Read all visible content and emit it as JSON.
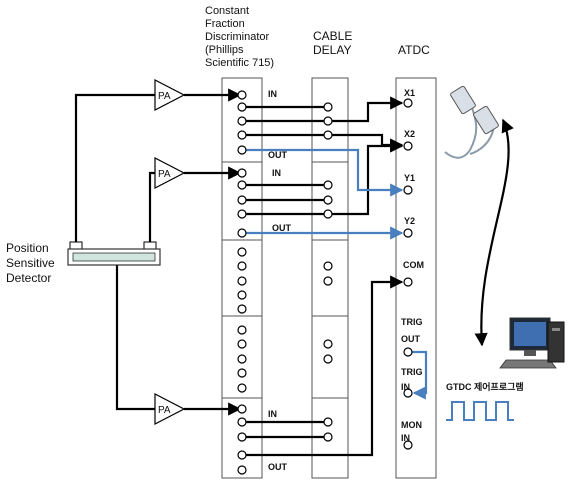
{
  "labels": {
    "cfd_line1": "Constant",
    "cfd_line2": "Fraction",
    "cfd_line3": "Discriminator",
    "cfd_line4": "(Phillips",
    "cfd_line5": "Scientific 715)",
    "cable_line1": "CABLE",
    "cable_line2": "DELAY",
    "atdc": "ATDC",
    "detector_line1": "Position",
    "detector_line2": "Sensitive",
    "detector_line3": "Detector",
    "pa": "PA",
    "in": "IN",
    "out": "OUT",
    "x1": "X1",
    "x2": "X2",
    "y1": "Y1",
    "y2": "Y2",
    "com": "COM",
    "trig": "TRIG",
    "mon": "MON",
    "gtdc": "GTDC 제어프로그램"
  },
  "colors": {
    "black_line": "#000000",
    "blue_line": "#4a7fbf",
    "module_stroke": "#555555",
    "detector_fill": "#cfe5dd"
  },
  "icons": [
    "preamplifier-icon",
    "connector-icon",
    "network-cable-icon",
    "computer-icon",
    "pulse-train-icon"
  ]
}
